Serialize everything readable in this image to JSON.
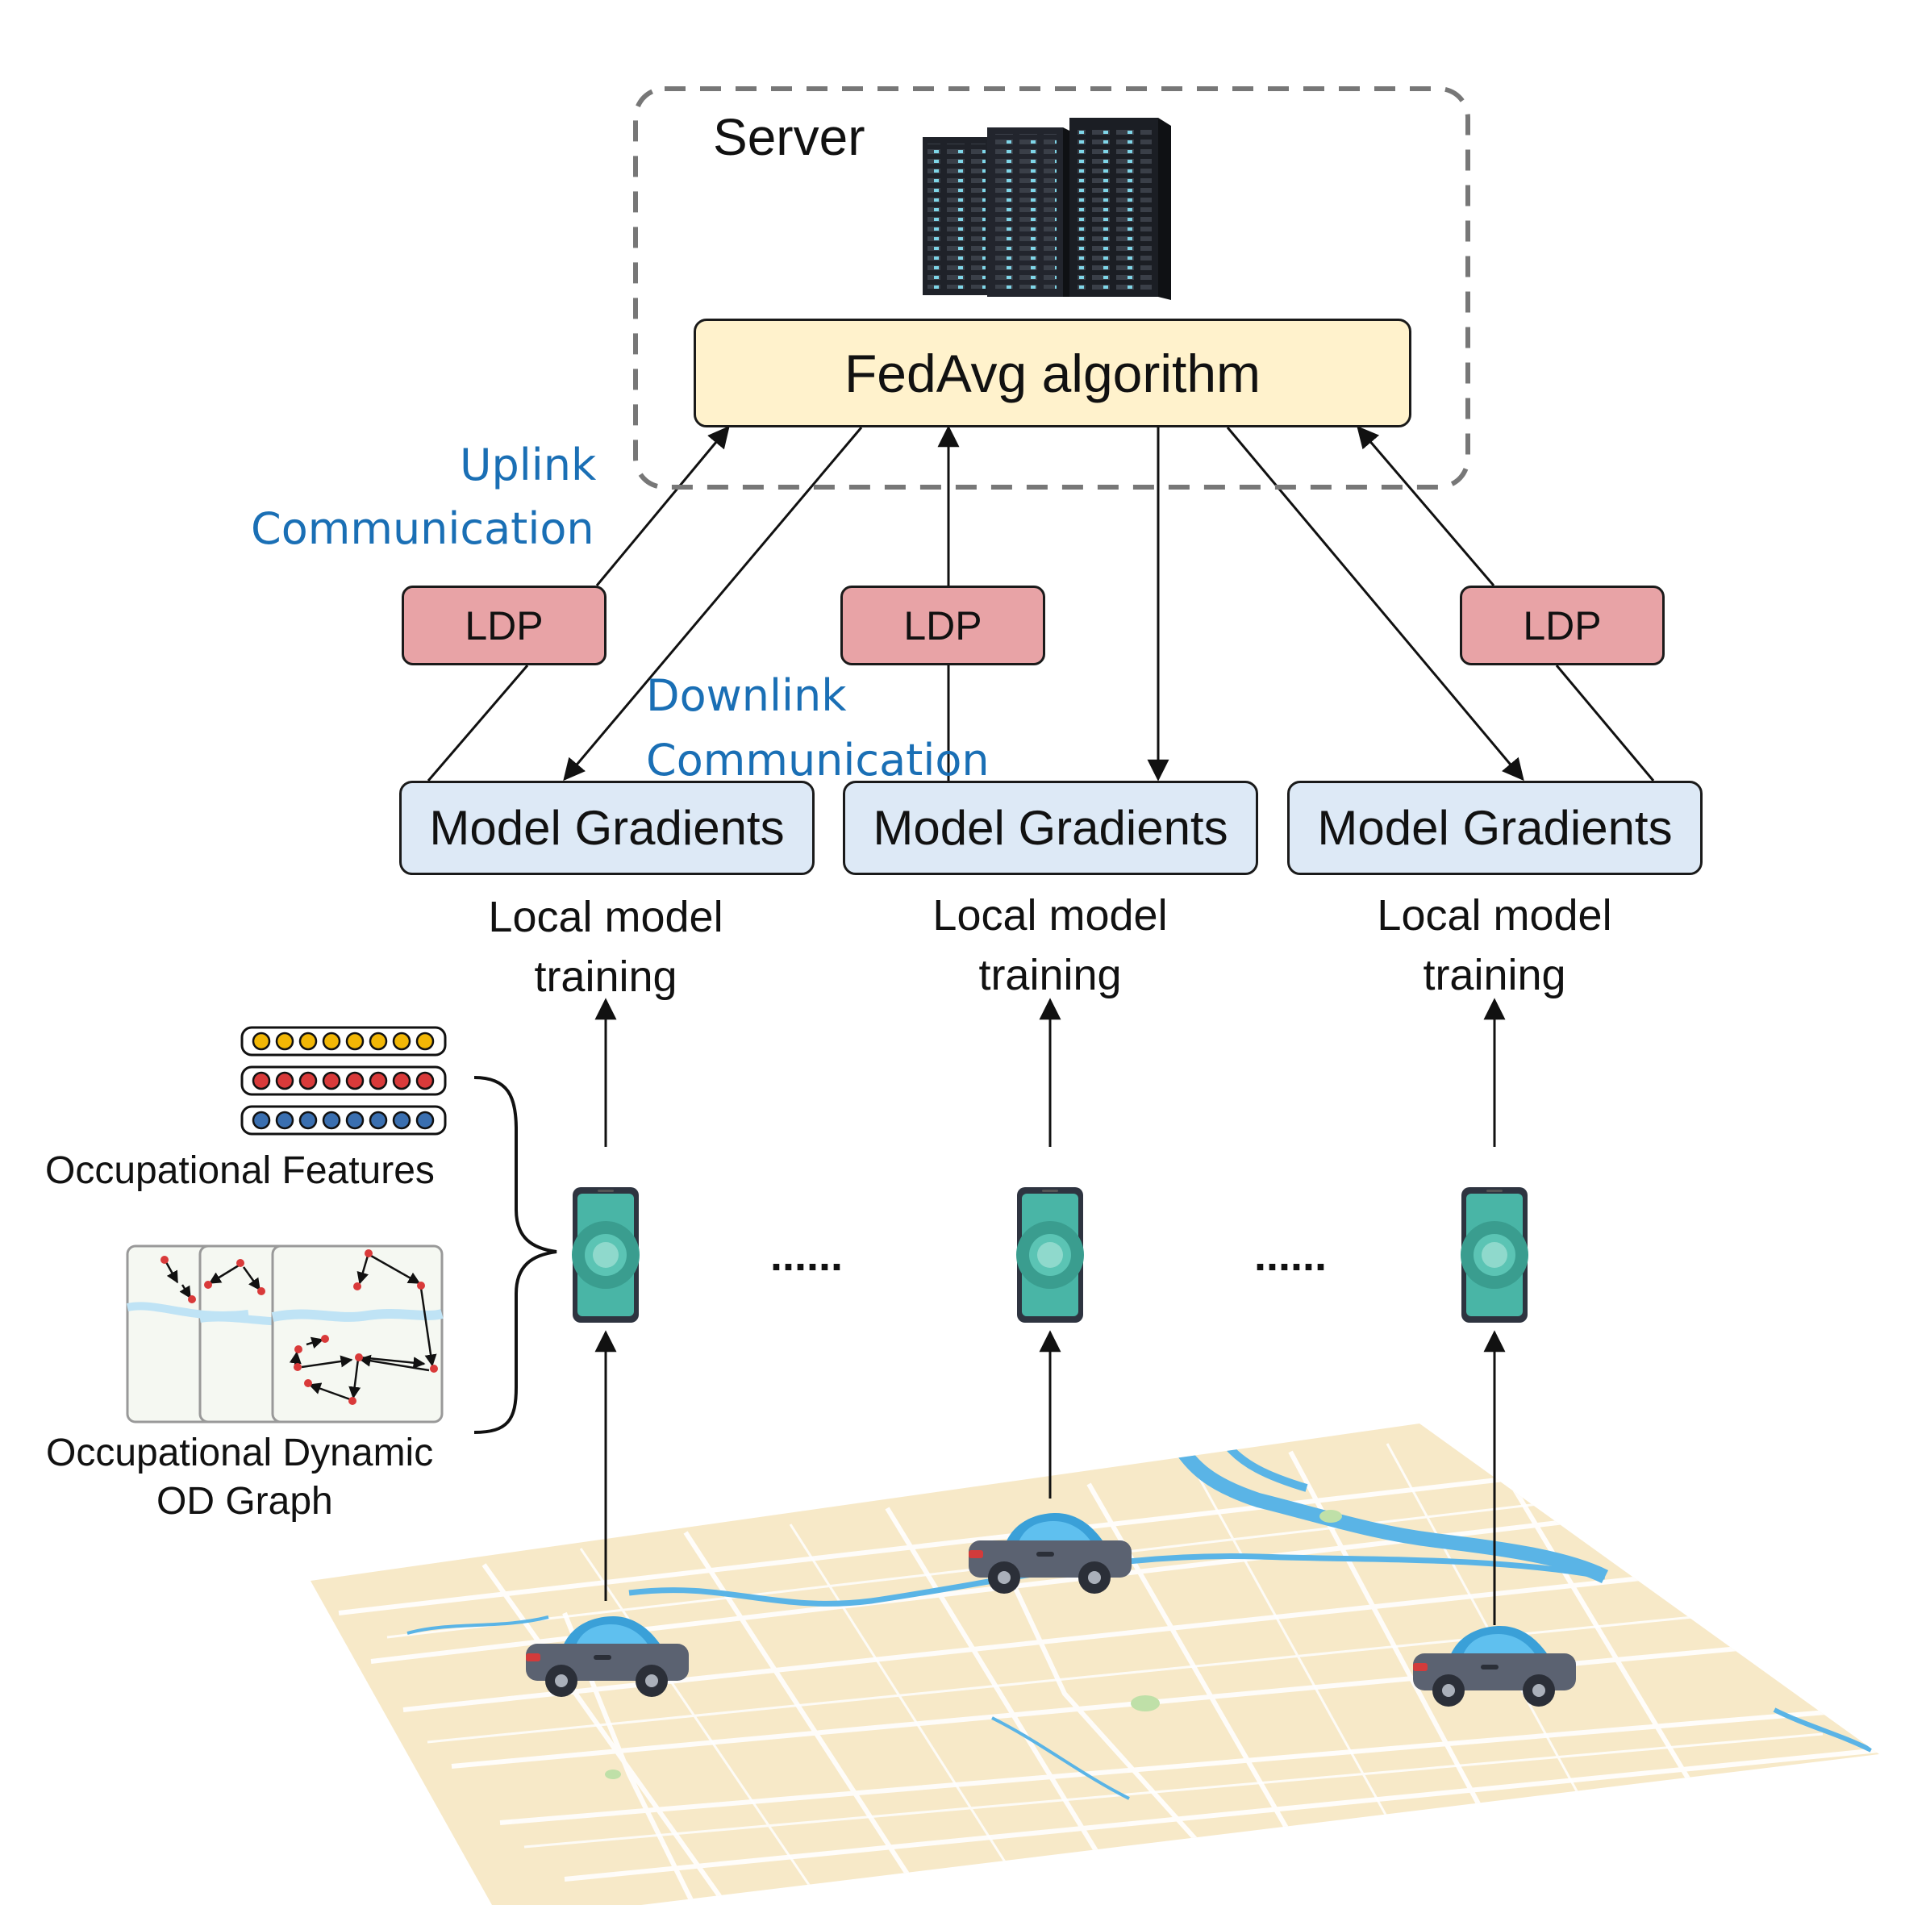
{
  "server": {
    "label": "Server",
    "algorithm_label": "FedAvg algorithm"
  },
  "communication": {
    "uplink_line1": "Uplink",
    "uplink_line2": "Communication",
    "downlink_line1": "Downlink",
    "downlink_line2": "Communication"
  },
  "clients": [
    {
      "ldp_label": "LDP",
      "gradients_label": "Model Gradients",
      "training_line1": "Local model",
      "training_line2": "training"
    },
    {
      "ldp_label": "LDP",
      "gradients_label": "Model Gradients",
      "training_line1": "Local model",
      "training_line2": "training"
    },
    {
      "ldp_label": "LDP",
      "gradients_label": "Model Gradients",
      "training_line1": "Local model",
      "training_line2": "training"
    }
  ],
  "ellipsis": [
    "......",
    "......"
  ],
  "inputs": {
    "features_label": "Occupational Features",
    "graph_label_line1": "Occupational Dynamic",
    "graph_label_line2": "OD Graph"
  },
  "colors": {
    "fedavg_fill": "#fff2cc",
    "ldp_fill": "#e8a3a6",
    "gradients_fill": "#dde9f6",
    "comm_text": "#1a6fb5",
    "map_base": "#f7e9c8",
    "river": "#5ab4e6",
    "car_body": "#5b6271",
    "car_window": "#3aa0d8",
    "phone_screen": "#49b5a6",
    "feature_row_colors": [
      "#f2b705",
      "#d93a3a",
      "#3a6fb0"
    ]
  },
  "icons": [
    "server-rack-icon",
    "smartphone-icon",
    "car-icon",
    "map-icon",
    "feature-vector-icon",
    "od-graph-icon"
  ]
}
